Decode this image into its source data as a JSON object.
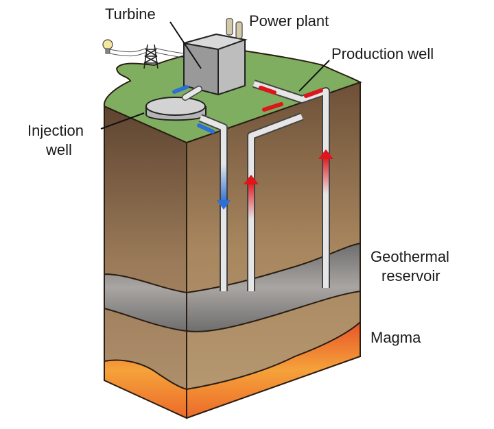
{
  "diagram": {
    "title": "Geothermal power plant cross-section",
    "labels": {
      "turbine": "Turbine",
      "power_plant": "Power plant",
      "production_well": "Production well",
      "injection_well_line1": "Injection",
      "injection_well_line2": "well",
      "geothermal_reservoir_line1": "Geothermal",
      "geothermal_reservoir_line2": "reservoir",
      "magma": "Magma"
    },
    "colors": {
      "grass": "#7fae60",
      "soil_dark": "#6b4f35",
      "soil_light": "#b39470",
      "reservoir": "#8a8a8a",
      "magma": "#f07a2a",
      "hot_flow": "#e0141b",
      "cold_flow": "#2e6fd6",
      "pipe": "#e6e6e6",
      "building": "#c9c9c9"
    },
    "flows": [
      {
        "name": "injection",
        "direction": "down",
        "temperature": "cold"
      },
      {
        "name": "production",
        "direction": "up",
        "temperature": "hot"
      }
    ]
  }
}
